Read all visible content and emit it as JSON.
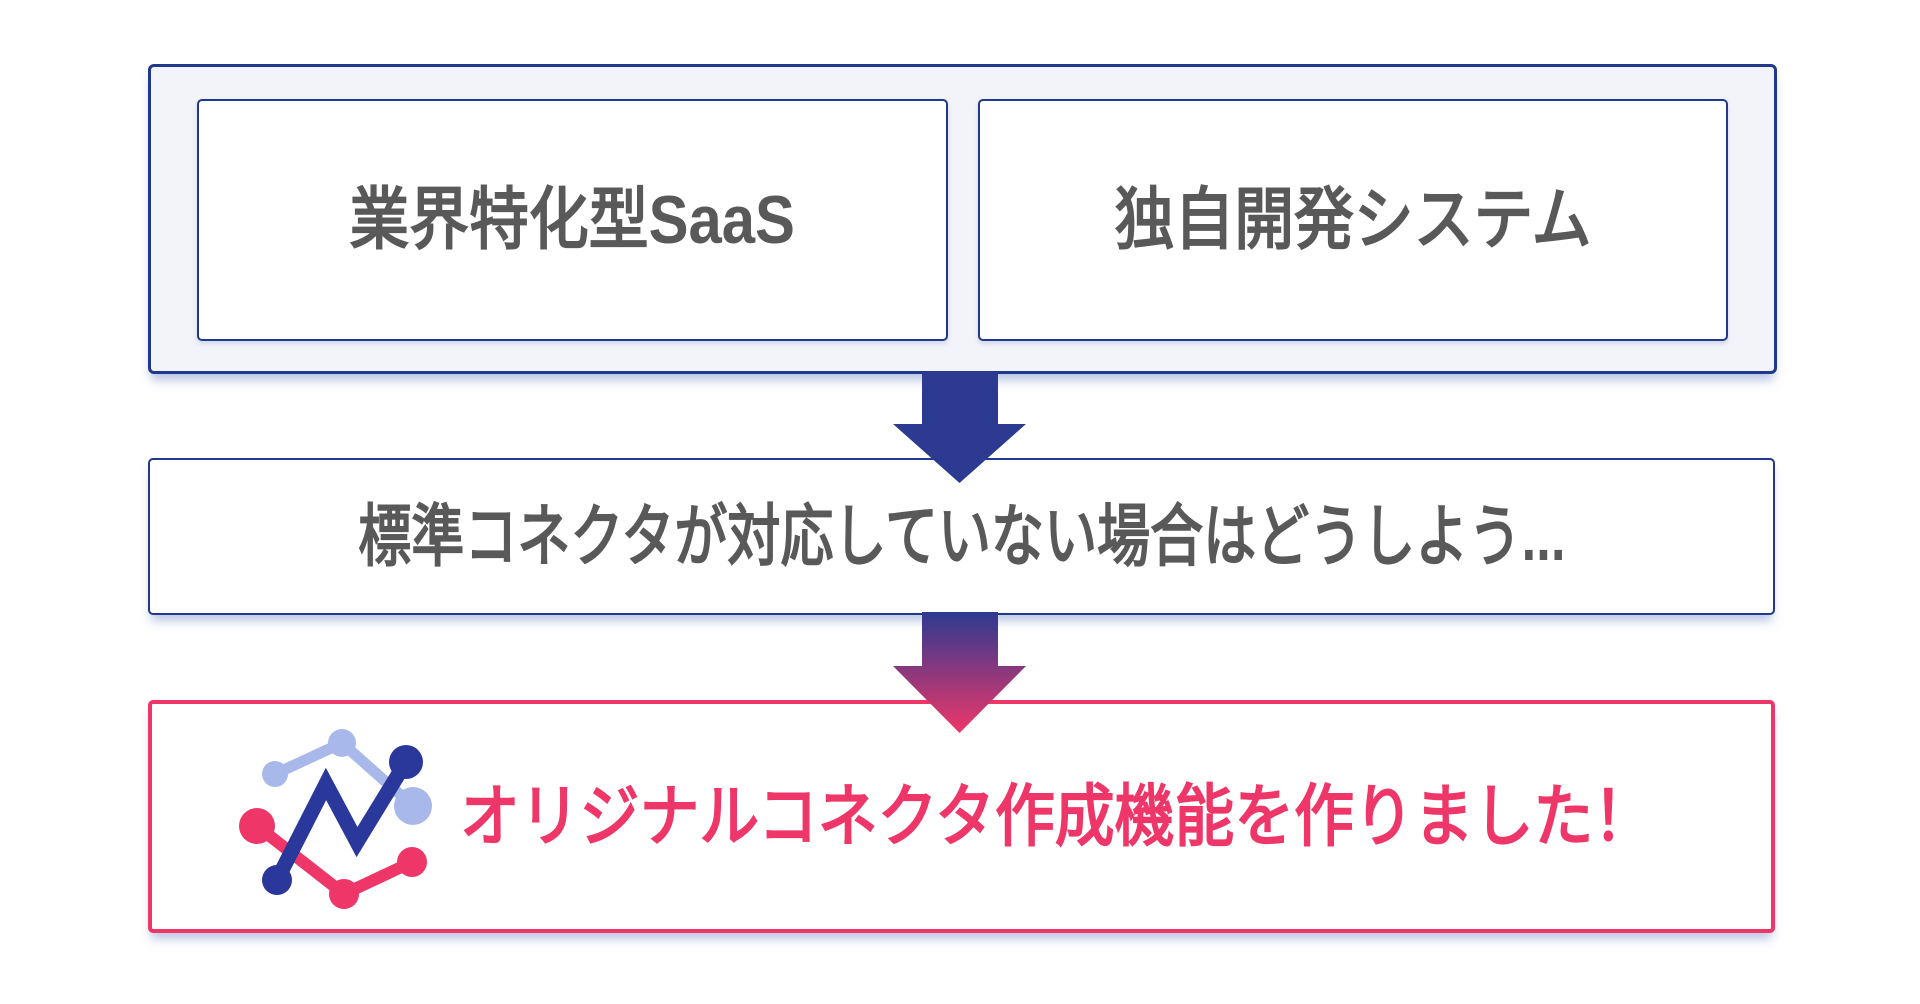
{
  "colors": {
    "navy": "#21398c",
    "arrow_navy": "#2c3a91",
    "pink": "#ee3768",
    "panel_bg": "#f3f4f9",
    "text_gray": "#595959",
    "logo_periwinkle": "#a9b8ea",
    "logo_navy": "#2a379b"
  },
  "panels": {
    "sources": {
      "box1_label": "業界特化型SaaS",
      "box2_label": "独自開発システム"
    },
    "problem": {
      "text": "標準コネクタが対応していない場合はどうしよう..."
    },
    "solution": {
      "text": "オリジナルコネクタ作成機能を作りました！"
    }
  },
  "icons": {
    "arrow_solid": "down-arrow",
    "arrow_gradient": "down-arrow-gradient",
    "logo": "zigzag-line-chart-logo"
  }
}
